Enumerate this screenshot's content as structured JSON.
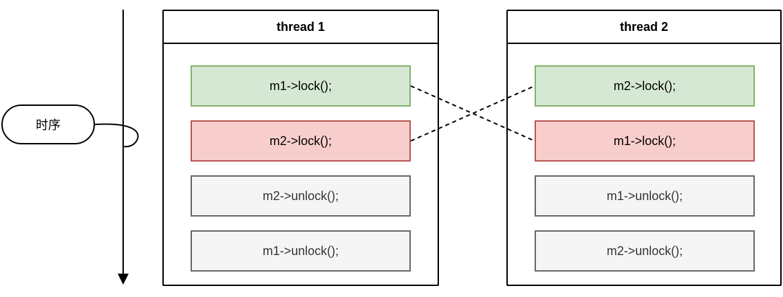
{
  "timeline": {
    "label": "时序"
  },
  "threads": [
    {
      "title": "thread 1",
      "ops": [
        {
          "text": "m1->lock();",
          "status": "acquired"
        },
        {
          "text": "m2->lock();",
          "status": "blocked"
        },
        {
          "text": "m2->unlock();",
          "status": "pending"
        },
        {
          "text": "m1->unlock();",
          "status": "pending"
        }
      ]
    },
    {
      "title": "thread 2",
      "ops": [
        {
          "text": "m2->lock();",
          "status": "acquired"
        },
        {
          "text": "m1->lock();",
          "status": "blocked"
        },
        {
          "text": "m1->unlock();",
          "status": "pending"
        },
        {
          "text": "m2->unlock();",
          "status": "pending"
        }
      ]
    }
  ],
  "wait_links": [
    {
      "from": "thread 1: m1->lock();",
      "to": "thread 2: m1->lock();"
    },
    {
      "from": "thread 1: m2->lock();",
      "to": "thread 2: m2->lock();"
    }
  ],
  "colors": {
    "acquired_fill": "#d5e8d4",
    "acquired_stroke": "#82b366",
    "blocked_fill": "#f8cecc",
    "blocked_stroke": "#b85450",
    "pending_fill": "#f5f5f5",
    "pending_stroke": "#666666",
    "line": "#000000"
  }
}
